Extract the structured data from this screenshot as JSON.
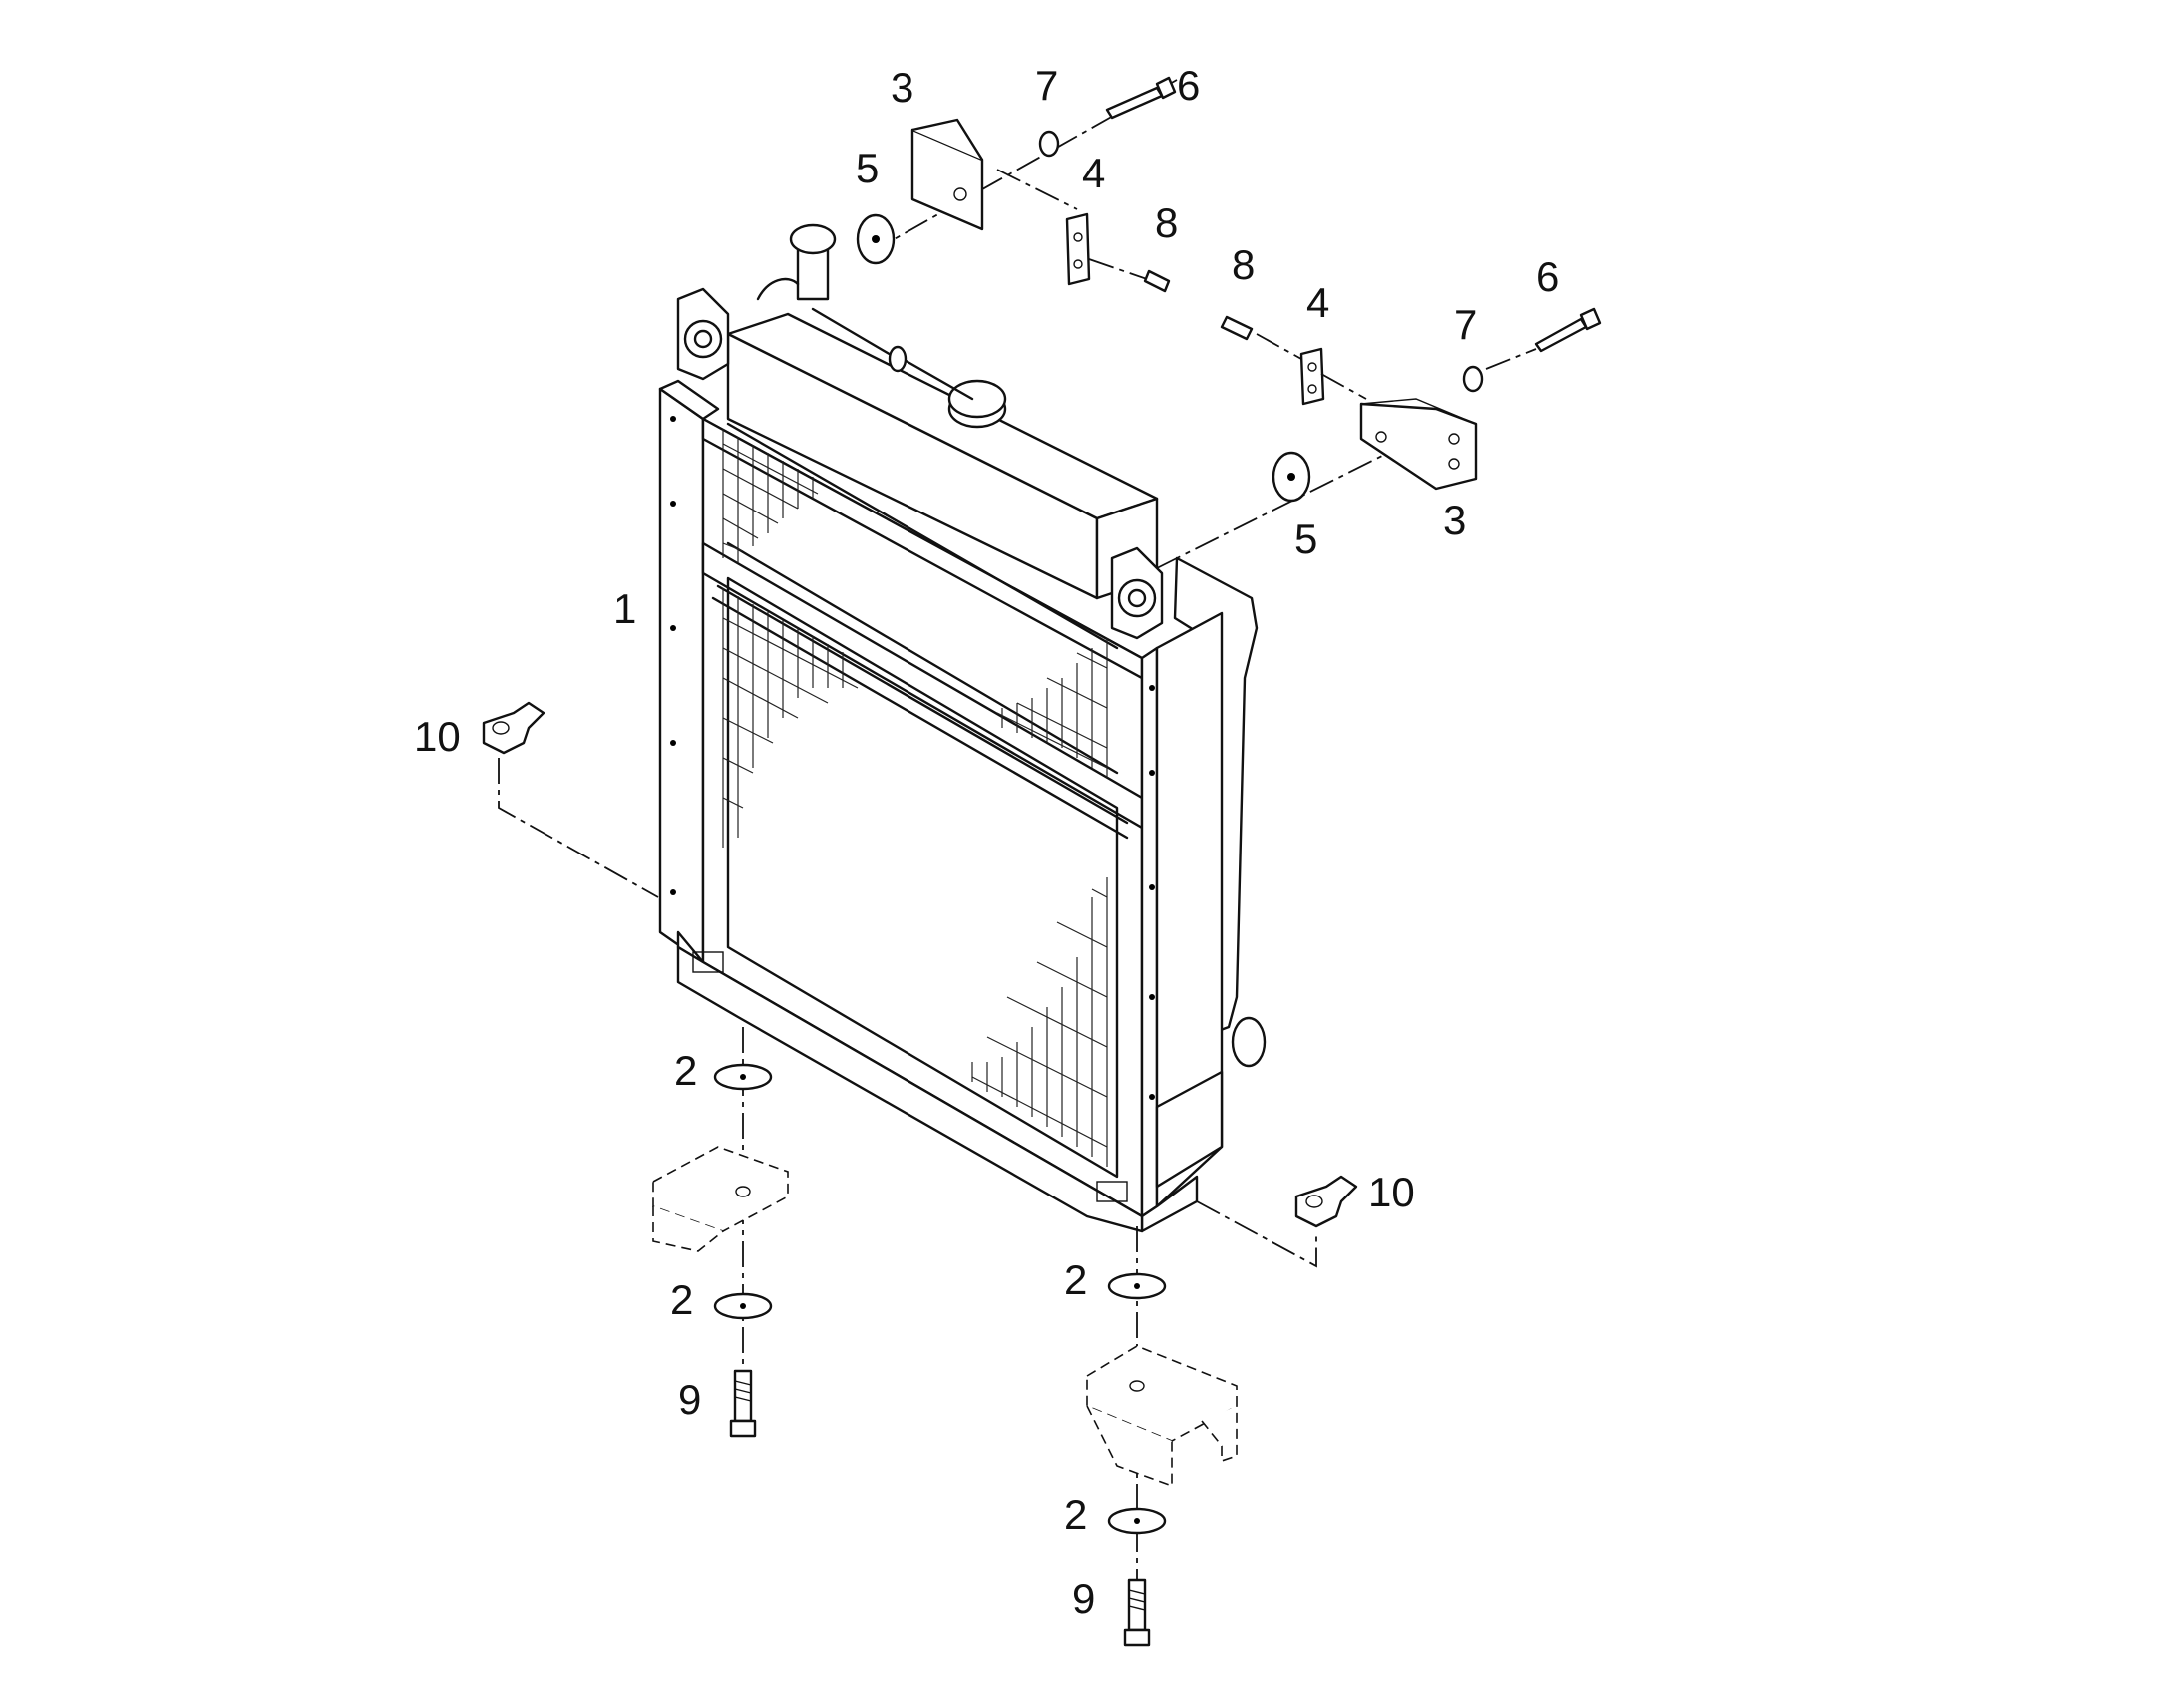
{
  "diagram": {
    "type": "exploded-parts-view",
    "callouts": [
      {
        "id": "c1",
        "text": "1"
      },
      {
        "id": "c2a",
        "text": "2"
      },
      {
        "id": "c2b",
        "text": "2"
      },
      {
        "id": "c2c",
        "text": "2"
      },
      {
        "id": "c2d",
        "text": "2"
      },
      {
        "id": "c3a",
        "text": "3"
      },
      {
        "id": "c3b",
        "text": "3"
      },
      {
        "id": "c4a",
        "text": "4"
      },
      {
        "id": "c4b",
        "text": "4"
      },
      {
        "id": "c5a",
        "text": "5"
      },
      {
        "id": "c5b",
        "text": "5"
      },
      {
        "id": "c6a",
        "text": "6"
      },
      {
        "id": "c6b",
        "text": "6"
      },
      {
        "id": "c7a",
        "text": "7"
      },
      {
        "id": "c7b",
        "text": "7"
      },
      {
        "id": "c8a",
        "text": "8"
      },
      {
        "id": "c8b",
        "text": "8"
      },
      {
        "id": "c9a",
        "text": "9"
      },
      {
        "id": "c9b",
        "text": "9"
      },
      {
        "id": "c10a",
        "text": "10"
      },
      {
        "id": "c10b",
        "text": "10"
      }
    ]
  }
}
